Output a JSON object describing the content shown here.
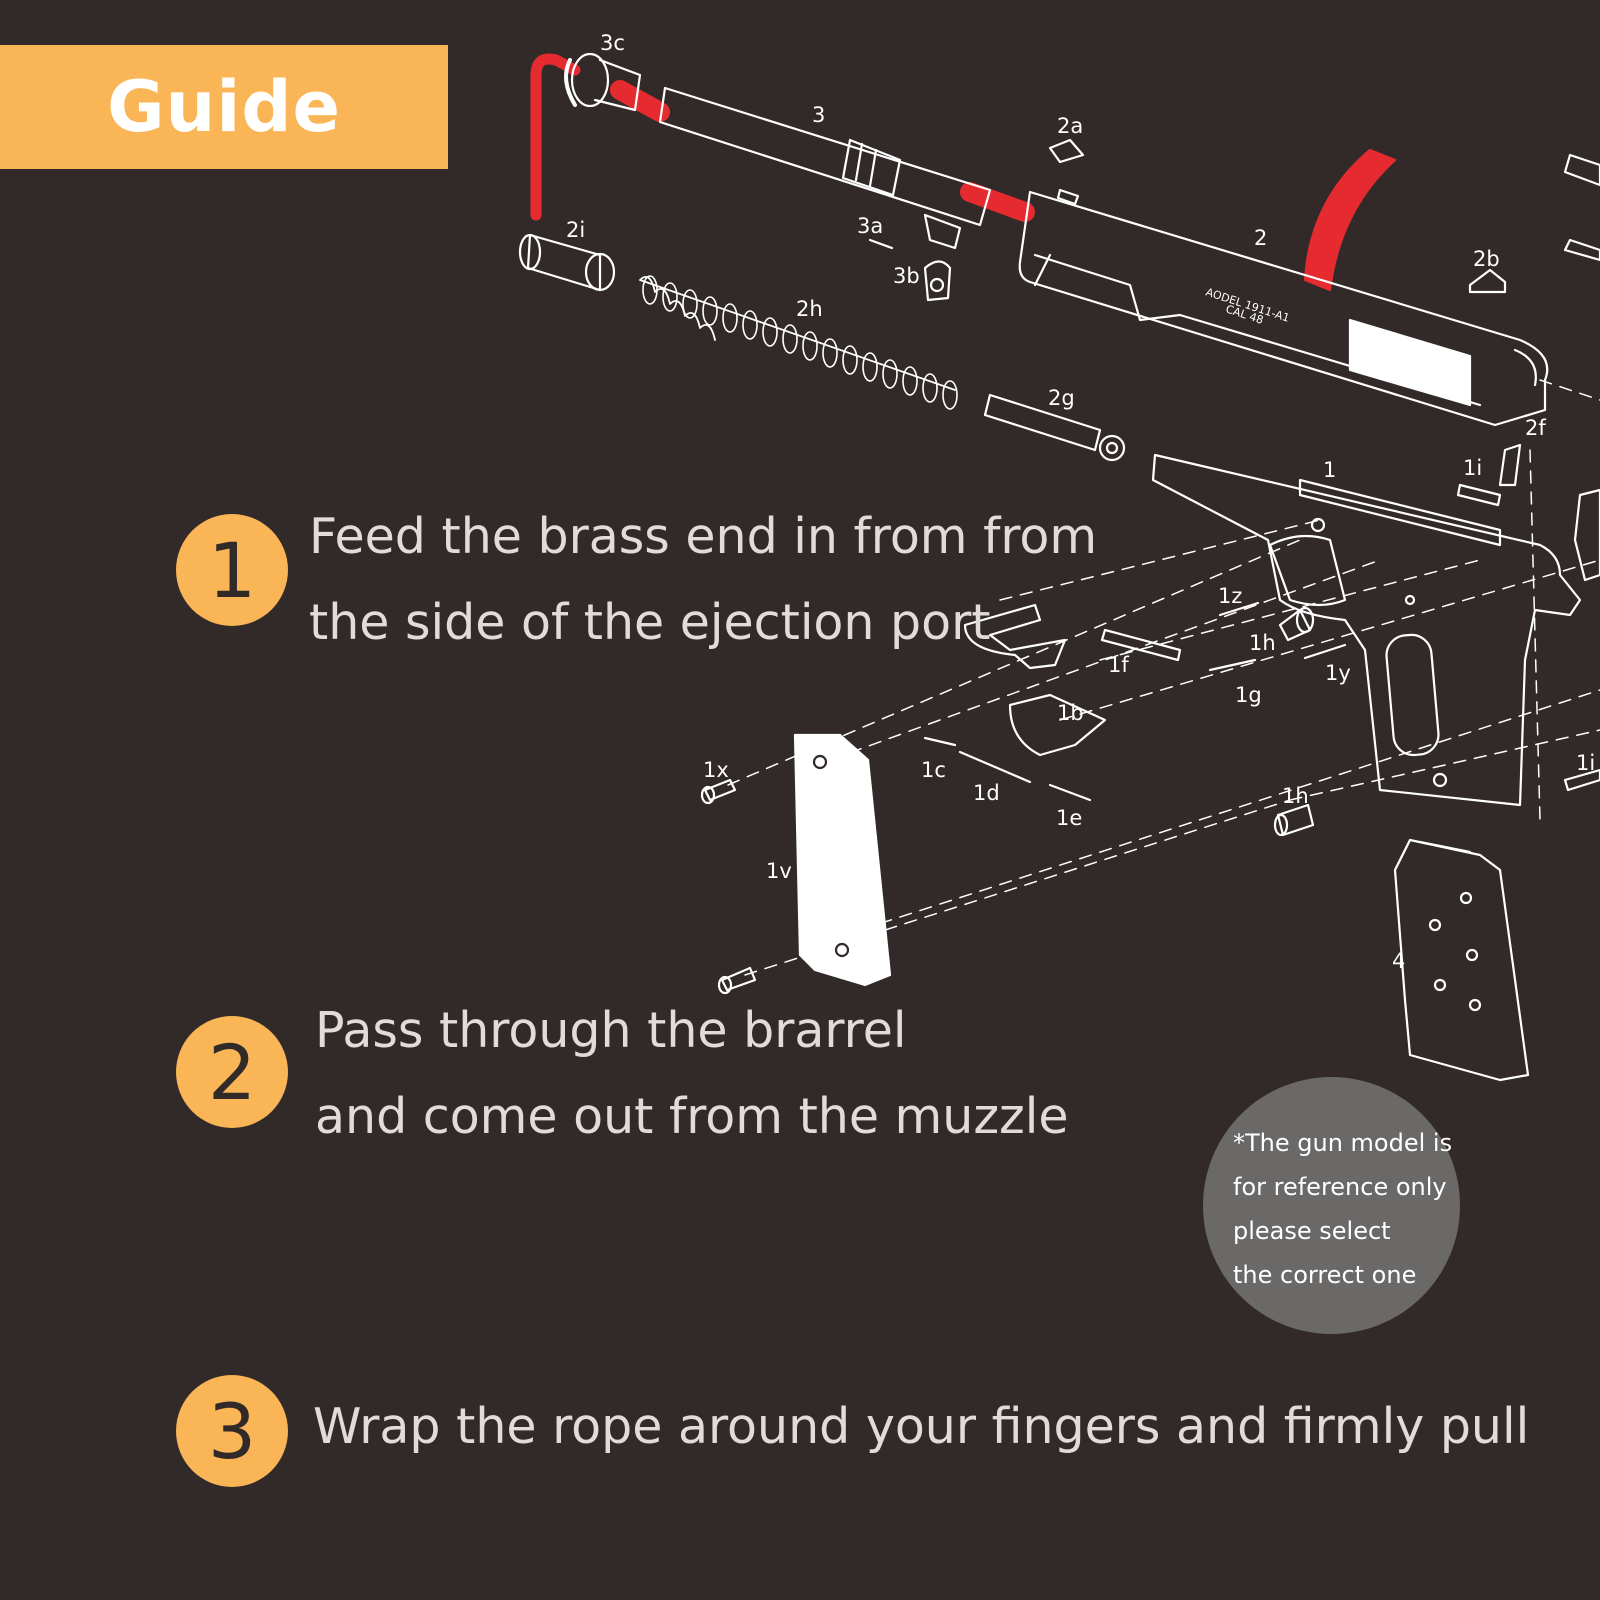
{
  "header": {
    "title": "Guide"
  },
  "steps": [
    {
      "number": "1",
      "lines": [
        "Feed the brass end in from from",
        "the side of the ejection port"
      ]
    },
    {
      "number": "2",
      "lines": [
        "Pass through the brarrel",
        "and come out from the muzzle"
      ]
    },
    {
      "number": "3",
      "lines": [
        "Wrap the rope around your fingers and firmly pull"
      ]
    }
  ],
  "note": {
    "lines": [
      "*The gun model is",
      "for reference only",
      "please select",
      "the correct one"
    ]
  },
  "diagram": {
    "engraving": [
      "AODEL  1911-A1",
      "CAL   48"
    ],
    "part_labels": [
      "3c",
      "3",
      "2a",
      "2i",
      "3a",
      "3b",
      "2h",
      "2",
      "2b",
      "2g",
      "2f",
      "1i",
      "1",
      "1z",
      "1h",
      "1f",
      "1y",
      "1g",
      "1b",
      "1x",
      "1c",
      "1d",
      "1e",
      "1h",
      "1i",
      "1v",
      "4"
    ]
  },
  "colors": {
    "background": "#322a29",
    "accent": "#f9b556",
    "rope": "#e52b2f",
    "note_bg": "#6b6868",
    "text": "#e1dcdc"
  }
}
